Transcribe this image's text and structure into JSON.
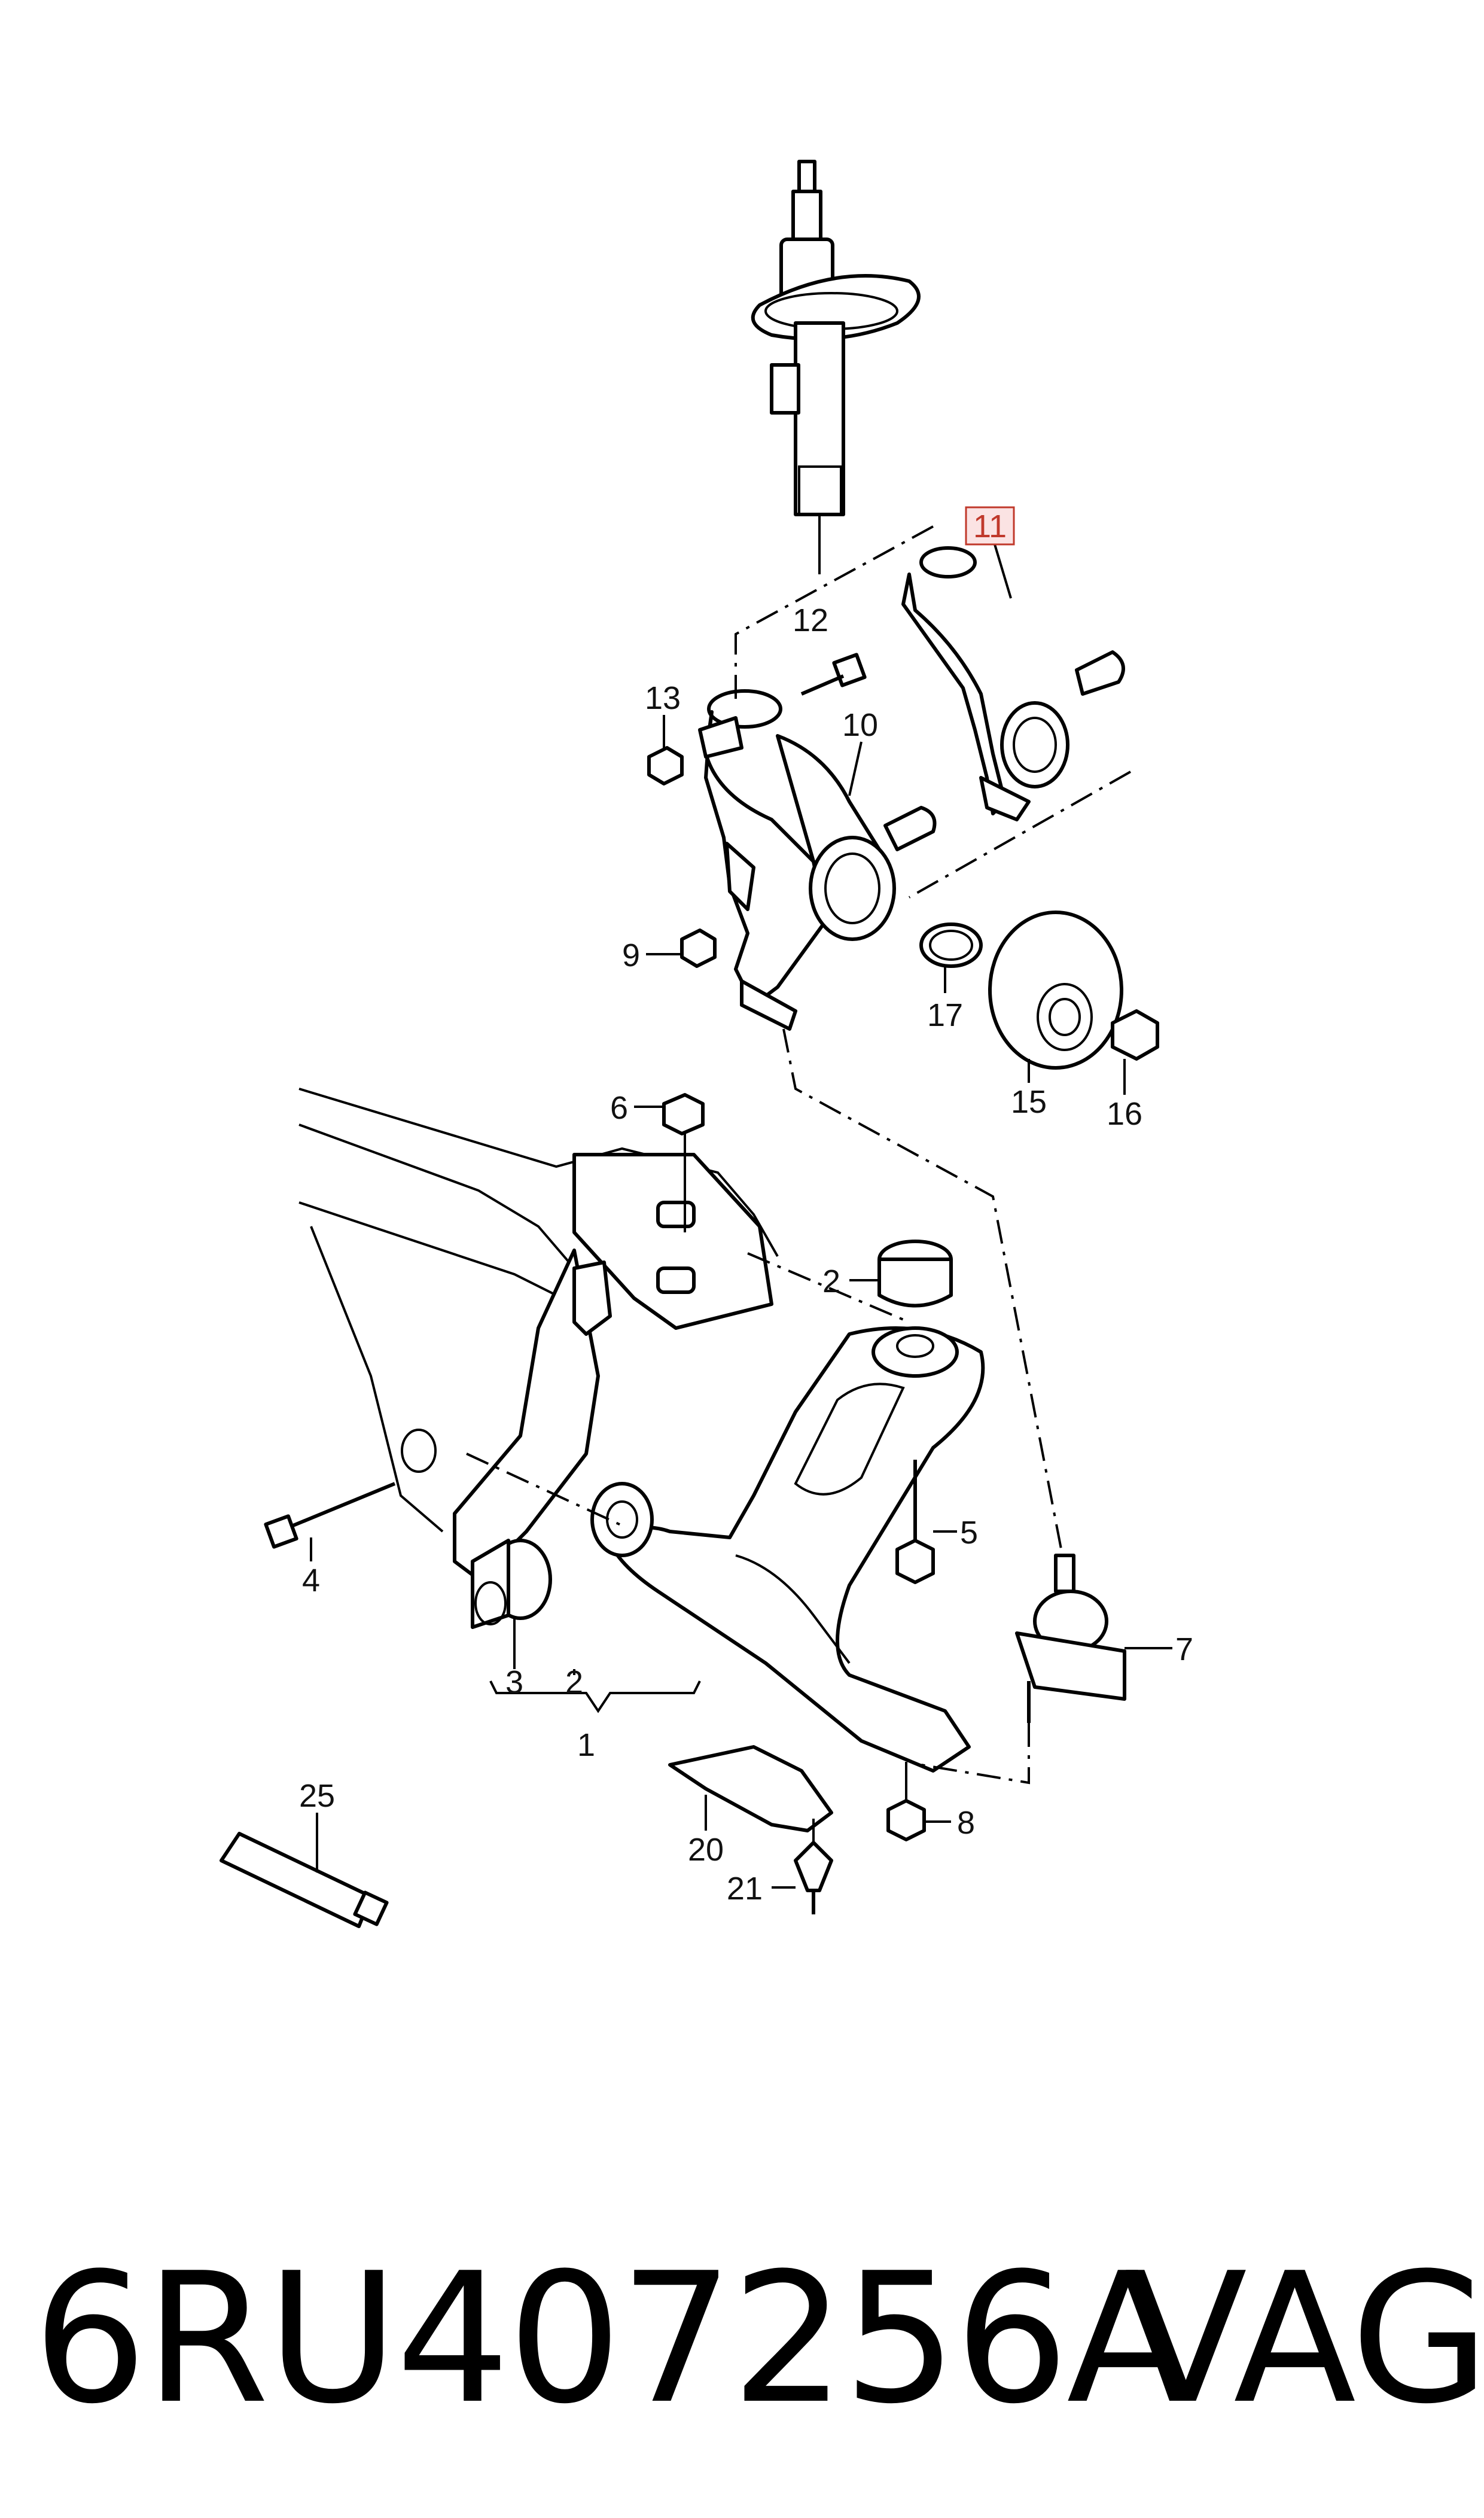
{
  "diagram": {
    "callouts": [
      {
        "id": "1",
        "text": "1"
      },
      {
        "id": "2a",
        "text": "2"
      },
      {
        "id": "2b",
        "text": "2"
      },
      {
        "id": "3",
        "text": "3"
      },
      {
        "id": "4",
        "text": "4"
      },
      {
        "id": "5",
        "text": "5"
      },
      {
        "id": "6",
        "text": "6"
      },
      {
        "id": "7",
        "text": "7"
      },
      {
        "id": "8",
        "text": "8"
      },
      {
        "id": "9",
        "text": "9"
      },
      {
        "id": "10",
        "text": "10"
      },
      {
        "id": "11",
        "text": "11",
        "highlighted": true
      },
      {
        "id": "12",
        "text": "12"
      },
      {
        "id": "13",
        "text": "13"
      },
      {
        "id": "15",
        "text": "15"
      },
      {
        "id": "16",
        "text": "16"
      },
      {
        "id": "17",
        "text": "17"
      },
      {
        "id": "20",
        "text": "20"
      },
      {
        "id": "21",
        "text": "21"
      },
      {
        "id": "25",
        "text": "25"
      }
    ],
    "highlight_color": "#c0392b",
    "highlight_fill": "#fbe3e3"
  },
  "footer": {
    "part_number": "6RU407256A",
    "brand": "VAG"
  }
}
